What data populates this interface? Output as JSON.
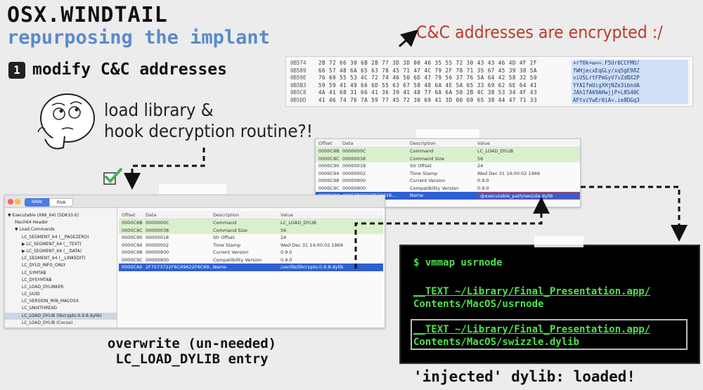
{
  "slide": {
    "title": "OSX.WINDTAIL",
    "subtitle": "repurposing the implant",
    "step_number": "1",
    "step_label": "modify C&C addresses",
    "hand_note_line1": "load library &",
    "hand_note_line2": "hook decryption routine?!",
    "cc_note": "C&C addresses are encrypted :/",
    "caption_left_line1": "overwrite (un-needed)",
    "caption_left_line2": "LC_LOAD_DYLIB entry",
    "caption_right": "'injected' dylib: loaded!"
  },
  "hex_dump": {
    "rows": [
      {
        "offset": "0B574",
        "bytes": "2B 72 66 30 6B 2B 77 3D 3D 00 46 35 55 72 30 43 43 46 4D 4F 2F",
        "ascii": "+rf0k+w==.F5Ur0CCFMO/"
      },
      {
        "offset": "0B589",
        "bytes": "66 57 48 6A 65 63 78 45 71 47 4C 79 2F 78 71 35 67 45 39 38 5A",
        "ascii": "fWHjecxEqGLy/xq5gE98Z"
      },
      {
        "offset": "0B59E",
        "bytes": "76 69 55 53 4C 72 74 46 50 6D 47 79 56 37 76 5A 64 42 58 32 50",
        "ascii": "viUSLrtFPmGyV7vZdBX2P"
      },
      {
        "offset": "0B5B3",
        "bytes": "59 59 41 49 66 6D 55 63 67 58 48 6A 4E 5A 65 33 69 62 6E 64 41",
        "ascii": "YYAIfmUcgXHjNZe3ibndA"
      },
      {
        "offset": "0B5C8",
        "bytes": "4A 41 68 31 66 41 36 39 41 48 77 6A 6A 50 2B 4C 38 53 34 4F 43",
        "ascii": "JAh1fA69AHwjjP+L8S40C"
      },
      {
        "offset": "0B5DD",
        "bytes": "41 46 74 76 7A 59 77 45 72 30 69 41 3D 00 69 65 38 44 47 71 33",
        "ascii": "AFtvzYwEr0iA=.ie8DGq3"
      }
    ]
  },
  "top_window": {
    "headers": [
      "Offset",
      "Data",
      "Description",
      "Value"
    ],
    "rows": [
      {
        "c1": "0000C8B",
        "c2": "0000000C",
        "c3": "Command",
        "c4": "LC_LOAD_DYLIB",
        "style": "green"
      },
      {
        "c1": "0000C8C",
        "c2": "00000038",
        "c3": "Command Size",
        "c4": "56",
        "style": "green"
      },
      {
        "c1": "0000C90",
        "c2": "00000018",
        "c3": "Str Offset",
        "c4": "24",
        "style": ""
      },
      {
        "c1": "0000C94",
        "c2": "00000002",
        "c3": "Time Stamp",
        "c4": "Wed Dec 31 14:00:02 1969",
        "style": ""
      },
      {
        "c1": "0000C98",
        "c2": "00000900",
        "c3": "Current Version",
        "c4": "0.9.0",
        "style": ""
      },
      {
        "c1": "0000C9C",
        "c2": "00000900",
        "c3": "Compatibility Version",
        "c4": "0.9.0",
        "style": ""
      },
      {
        "c1": "0000CA0",
        "c2": "40657865637574616...",
        "c3": "Name",
        "c4": "@executable_path/swizzle.dylib",
        "style": "sel"
      }
    ]
  },
  "main_window": {
    "seg_raw": "RAW",
    "seg_rva": "RVA",
    "tree": [
      {
        "label": "▼ Executable (X86_64) [SDK10.6]",
        "indent": 0,
        "sel": false
      },
      {
        "label": "Mach64 Header",
        "indent": 1,
        "sel": false
      },
      {
        "label": "▼ Load Commands",
        "indent": 1,
        "sel": false
      },
      {
        "label": "LC_SEGMENT_64 (__PAGEZERO)",
        "indent": 2,
        "sel": false
      },
      {
        "label": "▶ LC_SEGMENT_64 (__TEXT)",
        "indent": 2,
        "sel": false
      },
      {
        "label": "▶ LC_SEGMENT_64 (__DATA)",
        "indent": 2,
        "sel": false
      },
      {
        "label": "LC_SEGMENT_64 (__LINKEDIT)",
        "indent": 2,
        "sel": false
      },
      {
        "label": "LC_DYLD_INFO_ONLY",
        "indent": 2,
        "sel": false
      },
      {
        "label": "LC_SYMTAB",
        "indent": 2,
        "sel": false
      },
      {
        "label": "LC_DYSYMTAB",
        "indent": 2,
        "sel": false
      },
      {
        "label": "LC_LOAD_DYLINKER",
        "indent": 2,
        "sel": false
      },
      {
        "label": "LC_UUID",
        "indent": 2,
        "sel": false
      },
      {
        "label": "LC_VERSION_MIN_MACOSX",
        "indent": 2,
        "sel": false
      },
      {
        "label": "LC_UNIXTHREAD",
        "indent": 2,
        "sel": false
      },
      {
        "label": "LC_LOAD_DYLIB (libcrypto.0.9.8.dylib)",
        "indent": 2,
        "sel": true
      },
      {
        "label": "LC_LOAD_DYLIB (Cocoa)",
        "indent": 2,
        "sel": false
      }
    ],
    "headers": [
      "Offset",
      "Data",
      "Description",
      "Value"
    ],
    "rows": [
      {
        "c1": "0000C8B",
        "c2": "0000000C",
        "c3": "Command",
        "c4": "LC_LOAD_DYLIB",
        "style": "green"
      },
      {
        "c1": "0000C8C",
        "c2": "00000038",
        "c3": "Command Size",
        "c4": "56",
        "style": "green"
      },
      {
        "c1": "0000C90",
        "c2": "00000018",
        "c3": "Str Offset",
        "c4": "24",
        "style": ""
      },
      {
        "c1": "0000C94",
        "c2": "00000002",
        "c3": "Time Stamp",
        "c4": "Wed Dec 31 14:00:02 1969",
        "style": ""
      },
      {
        "c1": "0000C98",
        "c2": "00000900",
        "c3": "Current Version",
        "c4": "0.9.0",
        "style": ""
      },
      {
        "c1": "0000C9C",
        "c2": "00000900",
        "c3": "Compatibility Version",
        "c4": "0.9.0",
        "style": ""
      },
      {
        "c1": "0000CA0",
        "c2": "2F7573722F6C69622F6C69...",
        "c3": "Name",
        "c4": "/usr/lib/libcrypto.0.9.8.dylib",
        "style": "sel"
      }
    ]
  },
  "terminal": {
    "command": "$ vmmap usrnode",
    "line1a": "__TEXT  ~/Library/Final_Presentation.app/",
    "line1b": "Contents/MacOS/usrnode",
    "line2a": "__TEXT  ~/Library/Final_Presentation.app/",
    "line2b": "Contents/MacOS/swizzle.dylib"
  },
  "colors": {
    "subtitle": "#5b8bc9",
    "cc_note": "#c0392b",
    "terminal_text": "#4ee04e",
    "selection": "#2f5fd0",
    "highlight_green": "#d9f0cc"
  }
}
